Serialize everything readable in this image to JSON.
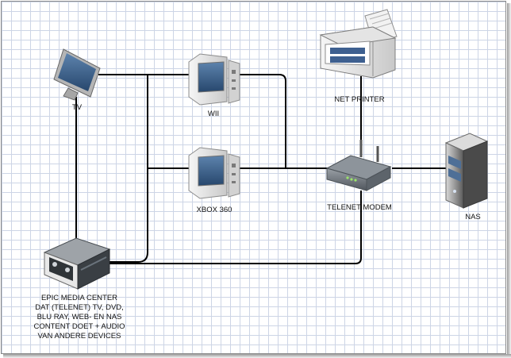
{
  "nodes": {
    "tv": {
      "label": "TV"
    },
    "wii": {
      "label": "WII"
    },
    "xbox": {
      "label": "XBOX 360"
    },
    "printer": {
      "label": "NET PRINTER"
    },
    "modem": {
      "label": "TELENET MODEM"
    },
    "nas": {
      "label": "NAS"
    },
    "media_center": {
      "label_lines": [
        "EPIC MEDIA CENTER",
        "DAT (TELENET) TV, DVD,",
        "BLU RAY, WEB- EN NAS",
        "CONTENT DOET + AUDIO",
        "VAN ANDERE DEVICES"
      ]
    }
  },
  "colors": {
    "connector": "#000000",
    "grid": "#cdd5e6",
    "screen": "#3d5f86",
    "device_body": "#e6e6e6",
    "nas_stripe": "#4e6f97"
  }
}
